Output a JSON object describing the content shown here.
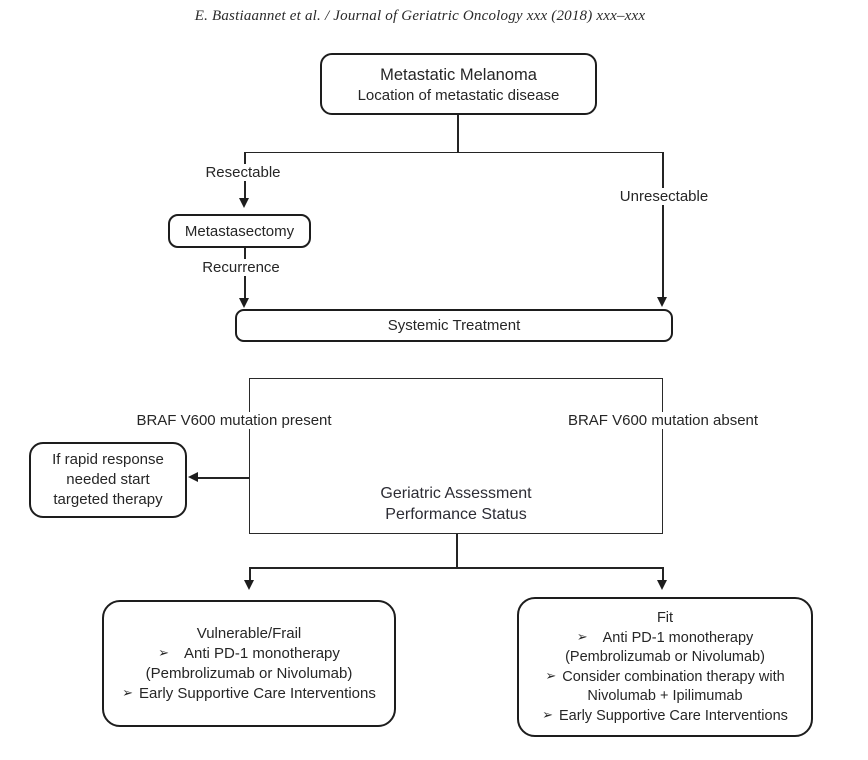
{
  "header": {
    "citation": "E. Bastiaannet et al. / Journal of Geriatric Oncology xxx (2018) xxx–xxx"
  },
  "icons": {
    "arrow_bullet": "➢"
  },
  "flowchart": {
    "top_box": {
      "title": "Metastatic Melanoma",
      "subtitle": "Location of metastatic disease"
    },
    "branch_labels": {
      "resectable": "Resectable",
      "unresectable": "Unresectable",
      "recurrence": "Recurrence"
    },
    "metastasectomy_box": {
      "label": "Metastasectomy"
    },
    "systemic_box": {
      "label": "Systemic Treatment"
    },
    "braf_labels": {
      "present": "BRAF V600 mutation present",
      "absent": "BRAF V600 mutation absent"
    },
    "assessment": {
      "line1": "Geriatric Assessment",
      "line2": "Performance Status"
    },
    "rapid_response_box": {
      "line1": "If rapid response",
      "line2": "needed start",
      "line3": "targeted therapy"
    },
    "vulnerable_box": {
      "title": "Vulnerable/Frail",
      "item1": "Anti PD-1 monotherapy",
      "item1_cont": "(Pembrolizumab or Nivolumab)",
      "item2": "Early Supportive Care Interventions"
    },
    "fit_box": {
      "title": "Fit",
      "item1": "Anti PD-1 monotherapy",
      "item1_cont": "(Pembrolizumab or Nivolumab)",
      "item2": "Consider combination therapy with",
      "item2_cont": "Nivolumab + Ipilimumab",
      "item3": "Early Supportive Care Interventions"
    }
  },
  "colors": {
    "ink": "#1d1d1d",
    "text": "#262626",
    "background": "#ffffff"
  }
}
